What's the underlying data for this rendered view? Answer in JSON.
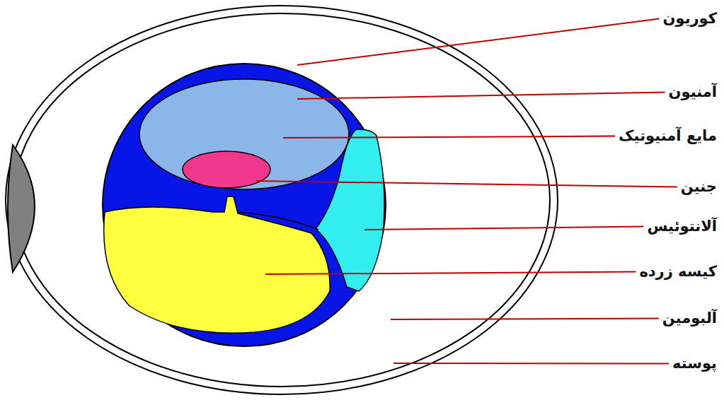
{
  "diagram": {
    "labels": [
      "کوریون",
      "آمنیون",
      "مایع آمنیوتیک",
      "جنین",
      "آلانتوئیس",
      "کیسه زرده",
      "آلبومین",
      "پوسته"
    ]
  }
}
